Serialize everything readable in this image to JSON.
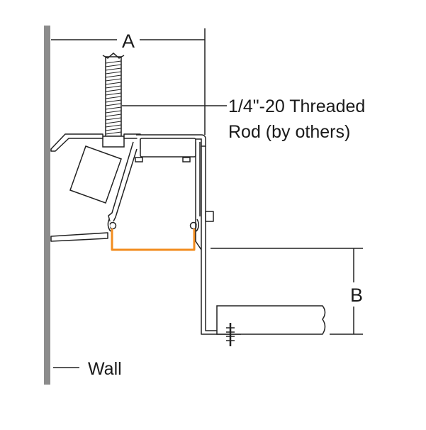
{
  "labels": {
    "dimension_a": "A",
    "dimension_b": "B",
    "rod": "1/4\"-20 Threaded",
    "rod_line2": "Rod (by others)",
    "wall": "Wall"
  },
  "colors": {
    "wall": "#8c8c8c",
    "line": "#222222",
    "accent": "#f28c1e",
    "background": "#ffffff"
  }
}
